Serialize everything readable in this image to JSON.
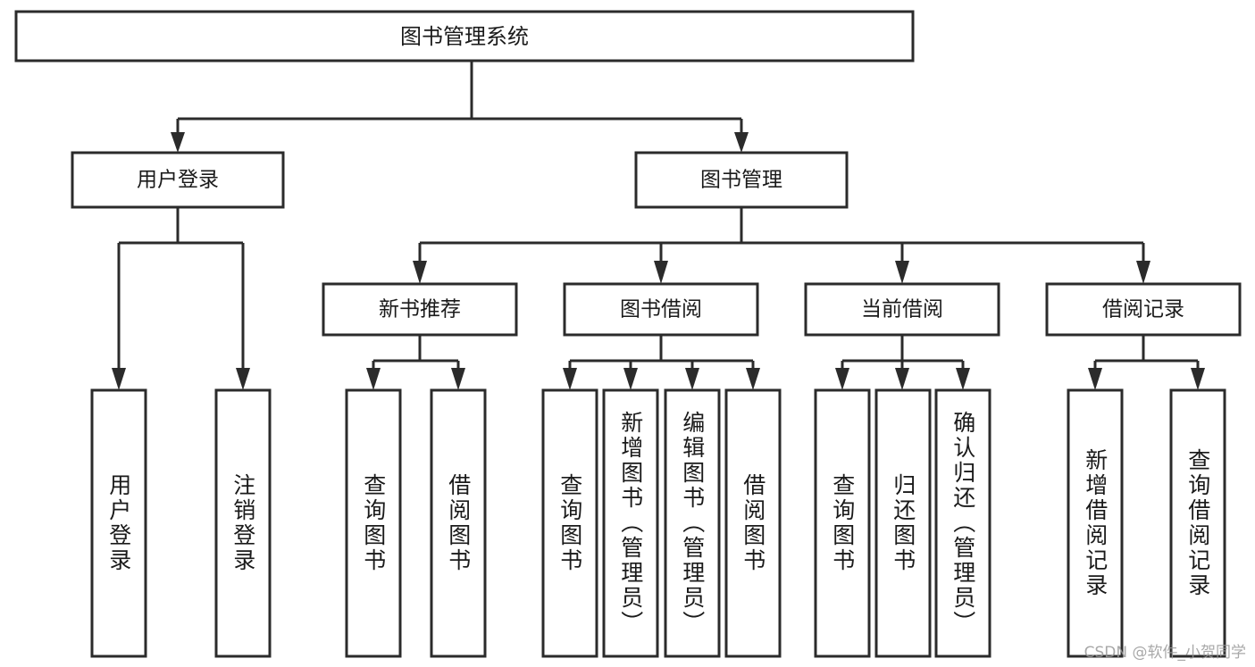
{
  "diagram": {
    "type": "tree-hierarchy",
    "title": "图书管理系统",
    "watermark": "CSDN @软件_小贺同学",
    "colors": {
      "stroke": "#2b2b2b",
      "fill": "#ffffff",
      "text": "#1a1a1a",
      "watermark": "#9a9a9a"
    },
    "root": {
      "label": "图书管理系统"
    },
    "level2": [
      {
        "id": "user-login",
        "label": "用户登录"
      },
      {
        "id": "book-management",
        "label": "图书管理"
      }
    ],
    "level3": [
      {
        "id": "new-book-recommend",
        "label": "新书推荐"
      },
      {
        "id": "book-borrow",
        "label": "图书借阅"
      },
      {
        "id": "current-borrow",
        "label": "当前借阅"
      },
      {
        "id": "borrow-record",
        "label": "借阅记录"
      }
    ],
    "leaves": {
      "user_login": [
        {
          "id": "leaf-user-login",
          "label": "用户登录"
        },
        {
          "id": "leaf-logout-login",
          "label": "注销登录"
        }
      ],
      "new_book_recommend": [
        {
          "id": "leaf-query-book-1",
          "label": "查询图书"
        },
        {
          "id": "leaf-borrow-book-1",
          "label": "借阅图书"
        }
      ],
      "book_borrow": [
        {
          "id": "leaf-query-book-2",
          "label": "查询图书"
        },
        {
          "id": "leaf-add-book",
          "label": "新增图书（管理员）"
        },
        {
          "id": "leaf-edit-book",
          "label": "编辑图书（管理员）"
        },
        {
          "id": "leaf-borrow-book-2",
          "label": "借阅图书"
        }
      ],
      "current_borrow": [
        {
          "id": "leaf-query-book-3",
          "label": "查询图书"
        },
        {
          "id": "leaf-return-book",
          "label": "归还图书"
        },
        {
          "id": "leaf-confirm-return",
          "label": "确认归还（管理员）"
        }
      ],
      "borrow_record": [
        {
          "id": "leaf-add-record",
          "label": "新增借阅记录"
        },
        {
          "id": "leaf-query-record",
          "label": "查询借阅记录"
        }
      ]
    }
  }
}
